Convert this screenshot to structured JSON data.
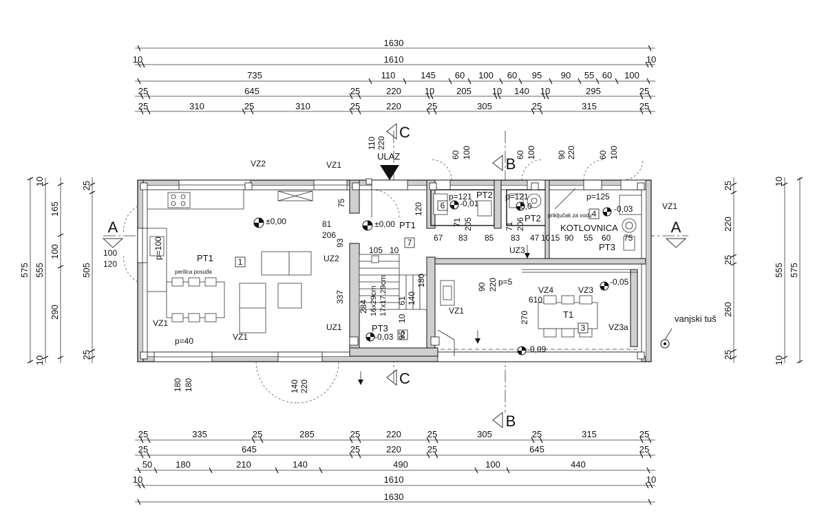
{
  "plan": {
    "entrance_label": "ULAZ",
    "section_marks": {
      "a": "A",
      "b": "B",
      "c": "C"
    },
    "rooms": [
      {
        "number": "1",
        "label": "PT1"
      },
      {
        "number": "2",
        "label": "PT3"
      },
      {
        "number": "3",
        "label": "T1"
      },
      {
        "number": "4",
        "label": "KOTLOVNICA"
      },
      {
        "number": "6",
        "label": "PT2"
      },
      {
        "number": "7",
        "label": "PT1"
      }
    ],
    "labels": {
      "pt1_hall": "PT1",
      "pt2_wc": "PT2",
      "pt2_bath": "PT2",
      "pt3_boiler": "PT3",
      "pt3_stair": "PT3",
      "kotlovnica": "KOTLOVNICA",
      "t1": "T1",
      "dishwasher": "perilica posuđa",
      "water_connection": "priključak za vodu",
      "outdoor_shower": "vanjski tuš",
      "stairs_a": "16x29cm",
      "stairs_b": "17x17.29cm"
    },
    "levels": [
      "±0,00",
      "±0,00",
      "-0,01",
      "-0,0",
      "-0,03",
      "-0,05",
      "-0,03",
      "-0,09"
    ],
    "window_codes": {
      "vz2": "VZ2",
      "vz1_top": "VZ1",
      "vz1_left": "VZ1",
      "vz1_bottom": "VZ1",
      "vz1_right": "VZ1",
      "vz1_kitchen": "VZ1",
      "uz2": "UZ2",
      "uz1": "UZ1",
      "uz3": "UZ3",
      "vz4": "VZ4",
      "vz3": "VZ3",
      "vz3a": "VZ3a"
    },
    "parapets": {
      "p100": "p=100",
      "p40": "p=40",
      "p121a": "p=121",
      "p121b": "p=121",
      "p125": "p=125",
      "p5": "p=5"
    },
    "top_rows": [
      [
        "1630"
      ],
      [
        "10",
        "1610",
        "10"
      ],
      [
        "735",
        "110",
        "145",
        "60",
        "100",
        "60",
        "95",
        "90",
        "55",
        "60",
        "100"
      ],
      [
        "25",
        "645",
        "25",
        "220",
        "10",
        "205",
        "10",
        "140",
        "10",
        "295",
        "25"
      ],
      [
        "25",
        "310",
        "25",
        "310",
        "25",
        "220",
        "25",
        "305",
        "25",
        "315",
        "25"
      ]
    ],
    "bottom_rows": [
      [
        "25",
        "335",
        "25",
        "285",
        "25",
        "220",
        "25",
        "305",
        "25",
        "315",
        "25"
      ],
      [
        "25",
        "645",
        "25",
        "220",
        "25",
        "645",
        "25"
      ],
      [
        "50",
        "180",
        "210",
        "140",
        "490",
        "100",
        "440"
      ],
      [
        "10",
        "1610",
        "10"
      ],
      [
        "1630"
      ]
    ],
    "left_rows": [
      [
        "575"
      ],
      [
        "555"
      ],
      [
        "165",
        "100",
        "290"
      ],
      [
        "10",
        "10"
      ],
      [
        "25",
        "505",
        "25"
      ]
    ],
    "right_rows": [
      [
        "25",
        "220",
        "25",
        "260",
        "25"
      ],
      [
        "10",
        "10"
      ],
      [
        "555"
      ],
      [
        "575"
      ]
    ],
    "interior_dims": [
      "110",
      "220",
      "60",
      "100",
      "60",
      "100",
      "90",
      "220",
      "60",
      "100",
      "75",
      "120",
      "81",
      "206",
      "93",
      "105",
      "10",
      "71",
      "205",
      "71",
      "206",
      "67",
      "83",
      "85",
      "83",
      "47",
      "10",
      "15",
      "90",
      "55",
      "60",
      "75",
      "100",
      "120",
      "337",
      "284",
      "61",
      "140",
      "10",
      "95",
      "180",
      "90",
      "220",
      "610",
      "270",
      "180",
      "180",
      "140",
      "220"
    ]
  }
}
